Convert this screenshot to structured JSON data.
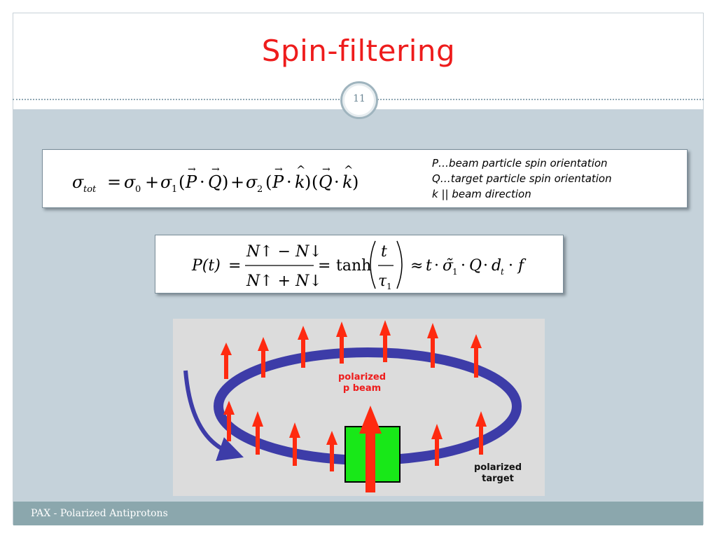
{
  "slide": {
    "title": "Spin-filtering",
    "page_number": "11",
    "footer": "PAX - Polarized Antiprotons"
  },
  "equation1": {
    "sigma": "σ",
    "sub_tot": "tot",
    "sub0": "0",
    "sub1": "1",
    "sub2": "2",
    "eq": "=",
    "plus": "+",
    "P": "P",
    "Q": "Q",
    "k": "k",
    "dot": "·",
    "lp": "(",
    "rp": ")",
    "vec_arrow": "→",
    "hat": "^"
  },
  "definitions": [
    "P…beam particle spin orientation",
    "Q…target particle spin orientation",
    "k  || beam direction"
  ],
  "equation2": {
    "lhs": "P(t)",
    "eq": "=",
    "num": "N↑ − N↓",
    "den": "N↑ + N↓",
    "tanh": "tanh",
    "t": "t",
    "tau": "τ",
    "sub1": "1",
    "approx": "≈",
    "rhs_t": "t",
    "dot": "·",
    "sigma_tilde": "σ̃",
    "Q": "Q",
    "d": "d",
    "sub_t": "t",
    "f": "f"
  },
  "diagram": {
    "beam_label_line1": "polarized",
    "beam_label_line2": "p beam",
    "target_label_line1": "polarized",
    "target_label_line2": "target",
    "colors": {
      "ring": "#3d3ca8",
      "spin_arrow": "#ff2a10",
      "target": "#18e818",
      "background": "#dcdcdc"
    }
  }
}
